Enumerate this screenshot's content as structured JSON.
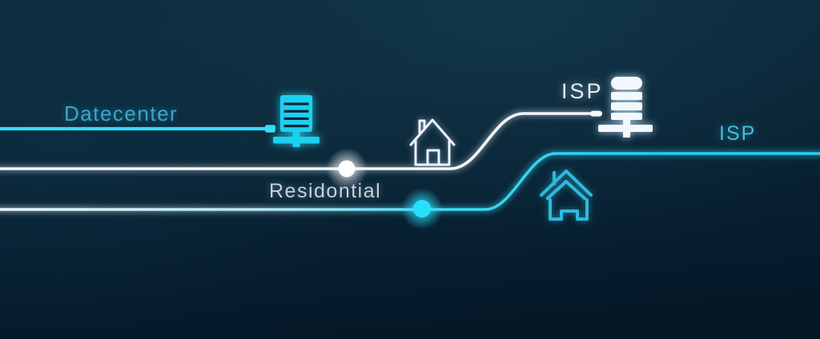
{
  "diagram": {
    "description": "Glowing neon network diagram on dark blue background comparing a Datacenter line, a Residential line and ISP lines with server and house icons",
    "labels": {
      "datacenter": "Datecenter",
      "residential": "Residontial",
      "isp_top": "ISP",
      "isp_right": "ISP"
    },
    "colors": {
      "background_top": "#0d2b3c",
      "background_bottom": "#041524",
      "datacenter_line": "#35dcf7",
      "residential_line": "#f3f8fc",
      "isp_line_start": "#e8f7fb",
      "isp_line_end": "#27cdf0",
      "datacenter_label": "#3ba6cd",
      "residential_label": "#c6d1de",
      "isp_top_label": "#e6edf3",
      "isp_right_label": "#45bedd",
      "cyan_icon": "#1fd0f0",
      "white_icon": "#f2f8fb",
      "white_node": "#ffffff",
      "cyan_node": "#29e0fc"
    },
    "icons": [
      {
        "name": "datacenter-server-icon",
        "style": "cyan filled server rack with network stand"
      },
      {
        "name": "residential-house-icon",
        "style": "white outline house with chimney"
      },
      {
        "name": "isp-server-icon",
        "style": "white filled database stack with network stand"
      },
      {
        "name": "isp-house-icon",
        "style": "cyan outline house with double roof and chimney"
      }
    ],
    "nodes": [
      {
        "name": "residential-line-node",
        "color": "white"
      },
      {
        "name": "isp-line-node",
        "color": "cyan"
      }
    ]
  }
}
